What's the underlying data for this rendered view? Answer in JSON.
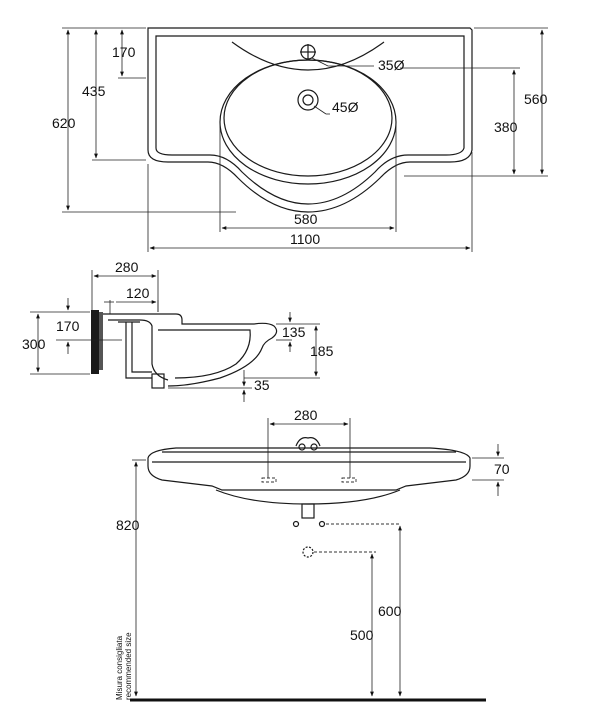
{
  "top_view": {
    "dims": {
      "d170": "170",
      "d435": "435",
      "d620": "620",
      "d560": "560",
      "d380": "380",
      "d580": "580",
      "d1100": "1100",
      "hole_tap": "35Ø",
      "hole_drain": "45Ø"
    }
  },
  "side_view": {
    "dims": {
      "d280": "280",
      "d120": "120",
      "d170": "170",
      "d300": "300",
      "d135": "135",
      "d185": "185",
      "d35": "35"
    }
  },
  "front_view": {
    "dims": {
      "d280": "280",
      "d70": "70",
      "d820": "820",
      "d600": "600",
      "d500": "500"
    },
    "note_line1": "Misura consigliata",
    "note_line2": "recommended size"
  }
}
